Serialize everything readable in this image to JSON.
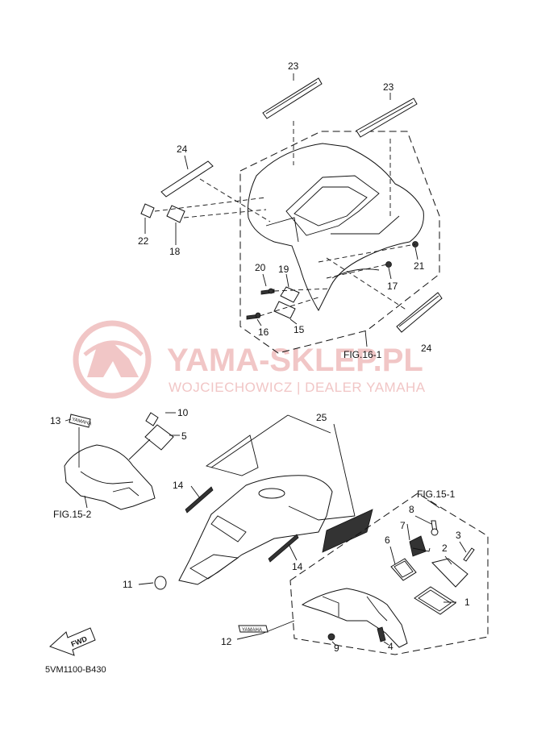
{
  "watermark": {
    "title": "YAMA-SKLEP.PL",
    "subtitle": "WOJCIECHOWICZ | DEALER YAMAHA",
    "color": "#f1c6c6"
  },
  "figure_refs": {
    "fig_16_1": "FIG.16-1",
    "fig_15_1": "FIG.15-1",
    "fig_15_2": "FIG.15-2"
  },
  "drawing_code": "5VM1100-B430",
  "fwd_arrow_text": "FWD",
  "decal_text": "YAMAHA",
  "callouts": {
    "c1": "1",
    "c2": "2",
    "c3": "3",
    "c4": "4",
    "c5": "5",
    "c6": "6",
    "c7": "7",
    "c8": "8",
    "c9": "9",
    "c10": "10",
    "c11": "11",
    "c12": "12",
    "c13": "13",
    "c14a": "14",
    "c14b": "14",
    "c15": "15",
    "c16": "16",
    "c17": "17",
    "c18": "18",
    "c19": "19",
    "c20": "20",
    "c21": "21",
    "c22": "22",
    "c23a": "23",
    "c23b": "23",
    "c24a": "24",
    "c24b": "24",
    "c25": "25"
  }
}
